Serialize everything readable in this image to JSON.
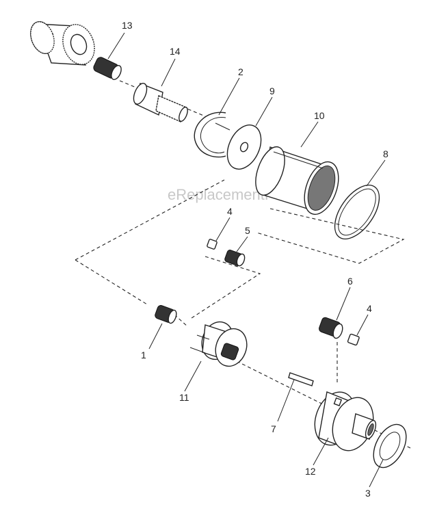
{
  "watermark": "eReplacementParts.com",
  "callouts": {
    "c13": "13",
    "c14": "14",
    "c2": "2",
    "c9": "9",
    "c10": "10",
    "c8": "8",
    "c4a": "4",
    "c5": "5",
    "c6": "6",
    "c4b": "4",
    "c1": "1",
    "c11": "11",
    "c7": "7",
    "c12": "12",
    "c3": "3"
  }
}
